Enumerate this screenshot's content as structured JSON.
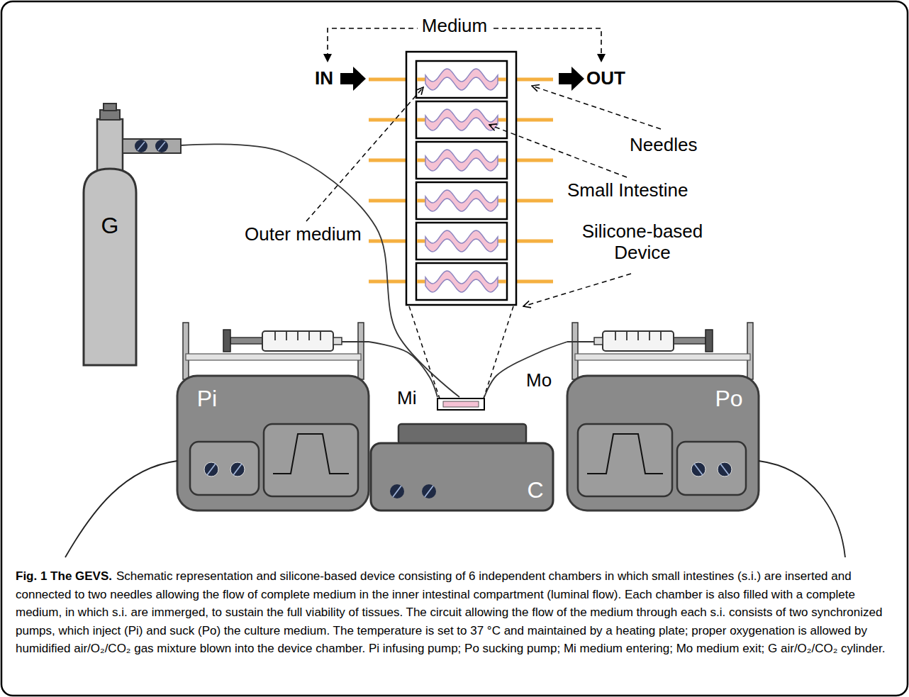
{
  "diagram": {
    "title": "Fig. 1 The GEVS.",
    "caption": "Schematic representation and silicone-based device consisting of 6 independent chambers in which small intestines (s.i.) are inserted and connected to two needles allowing the flow of complete medium in the inner intestinal compartment (luminal flow). Each chamber is also filled with a complete medium, in which s.i. are immerged, to sustain the full viability of tissues. The circuit allowing the flow of the medium through each s.i. consists of two synchronized pumps, which inject (Pi) and suck (Po) the culture medium. The temperature is set to 37 °C and maintained by a heating plate; proper oxygenation is allowed by humidified air/O₂/CO₂ gas mixture blown into the device chamber. Pi infusing pump; Po sucking pump; Mi medium entering; Mo medium exit; G air/O₂/CO₂ cylinder.",
    "nodes": [
      {
        "text": [
          "G"
        ]
      },
      {
        "text": [
          "Pi"
        ]
      },
      {
        "text": [
          "C"
        ]
      },
      {
        "text": [
          "Po"
        ]
      }
    ],
    "edges": [
      {
        "from": 0,
        "to": 2,
        "arrow": "none"
      },
      {
        "from": 1,
        "to": 2,
        "arrow": "none",
        "label": "Mi"
      },
      {
        "from": 2,
        "to": 3,
        "arrow": "none",
        "label": "Mo"
      }
    ],
    "labels": [
      "Medium",
      "IN",
      "OUT",
      "Needles",
      "Small Intestine",
      "Outer medium",
      "Silicone-based Device"
    ]
  }
}
